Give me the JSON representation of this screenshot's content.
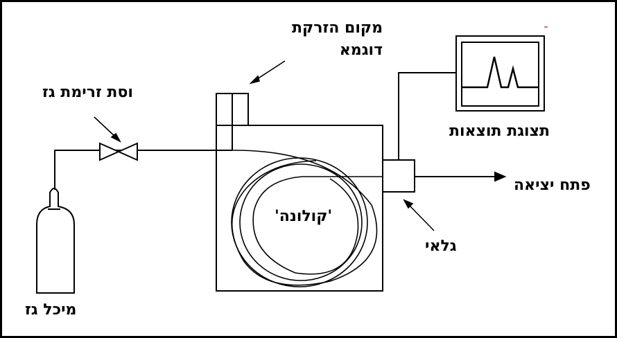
{
  "labels": {
    "injection_line1": "מקום הזרקת",
    "injection_line2": "דוגמא",
    "flow_regulator": "וסת זרימת גז",
    "results_display": "תצוגת תוצאות",
    "exit": "פתח יציאה",
    "column": "'קולונה'",
    "detector": "גלאי",
    "gas_tank": "מיכל גז"
  },
  "colors": {
    "line": "#000000",
    "mark": "#d04040"
  }
}
